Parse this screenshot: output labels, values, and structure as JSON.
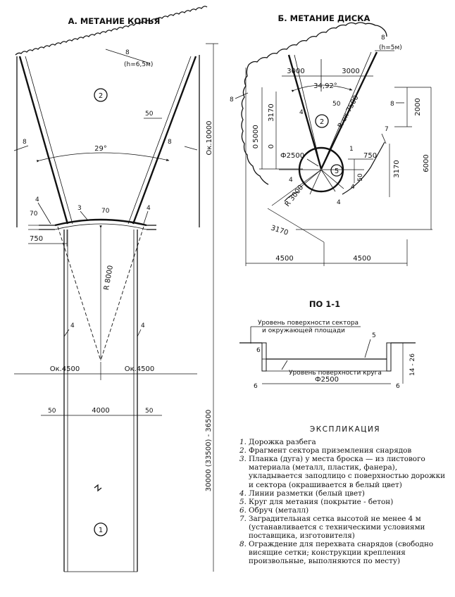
{
  "titles": {
    "javelin": "А. МЕТАНИЕ КОПЬЯ",
    "discus": "Б. МЕТАНИЕ ДИСКА",
    "section": "ПО 1-1"
  },
  "javelin": {
    "net_label": "(h=6,5м)",
    "angle": "29°",
    "len_sector": "Ок.10000",
    "len_runway": "30000 (33500) - 36500",
    "radius": "R 8000",
    "w_left": "Ок.4500",
    "w_right": "Ок.4500",
    "runway_width": "4000",
    "d50": "50",
    "d70": "70",
    "d750": "750",
    "m1": "1",
    "m2": "2",
    "m3": "3",
    "m4": "4",
    "m8": "8"
  },
  "discus": {
    "net_label": "(h=5м)",
    "angle": "34,92°",
    "d3000": "3000",
    "d3170": "3170",
    "d5000": "5000",
    "d2000": "2000",
    "d6000": "6000",
    "d4500": "4500",
    "d750": "750",
    "d50": "50",
    "d0": "0",
    "dia": "Ф2500",
    "r_net": "R ок 7500",
    "r_circle": "R 3000",
    "m1": "1",
    "m2": "2",
    "m4": "4",
    "m5": "5",
    "m7": "7",
    "m8": "8"
  },
  "section": {
    "level_sector_1": "Уровень поверхности сектора",
    "level_sector_2": "и окружающей площади",
    "level_circle": "Уровень поверхности круга",
    "dia": "Ф2500",
    "height": "14 - 26",
    "d6": "6",
    "m5": "5",
    "m6": "6"
  },
  "legend": {
    "title": "ЭКСПЛИКАЦИЯ",
    "items": [
      {
        "num": "1.",
        "text": "Дорожка разбега"
      },
      {
        "num": "2.",
        "text": "Фрагмент сектора приземления снарядов"
      },
      {
        "num": "3.",
        "text": "Планка (дуга) у места броска — из листового материала (металл, пластик, фанера), укладывается заподлицо с поверхностью дорожки и сектора (окрашивается в белый цвет)"
      },
      {
        "num": "4.",
        "text": "Линии разметки (белый цвет)"
      },
      {
        "num": "5.",
        "text": "Круг для метания (покрытие - бетон)"
      },
      {
        "num": "6.",
        "text": "Обруч (металл)"
      },
      {
        "num": "7.",
        "text": "Заградительная сетка высотой не менее 4 м (устанавливается с техническими условиями поставщика, изготовителя)"
      },
      {
        "num": "8.",
        "text": "Ограждение для перехвата снарядов (свободно висящие сетки; конструкции крепления произвольные, выполняются по месту)"
      }
    ]
  }
}
